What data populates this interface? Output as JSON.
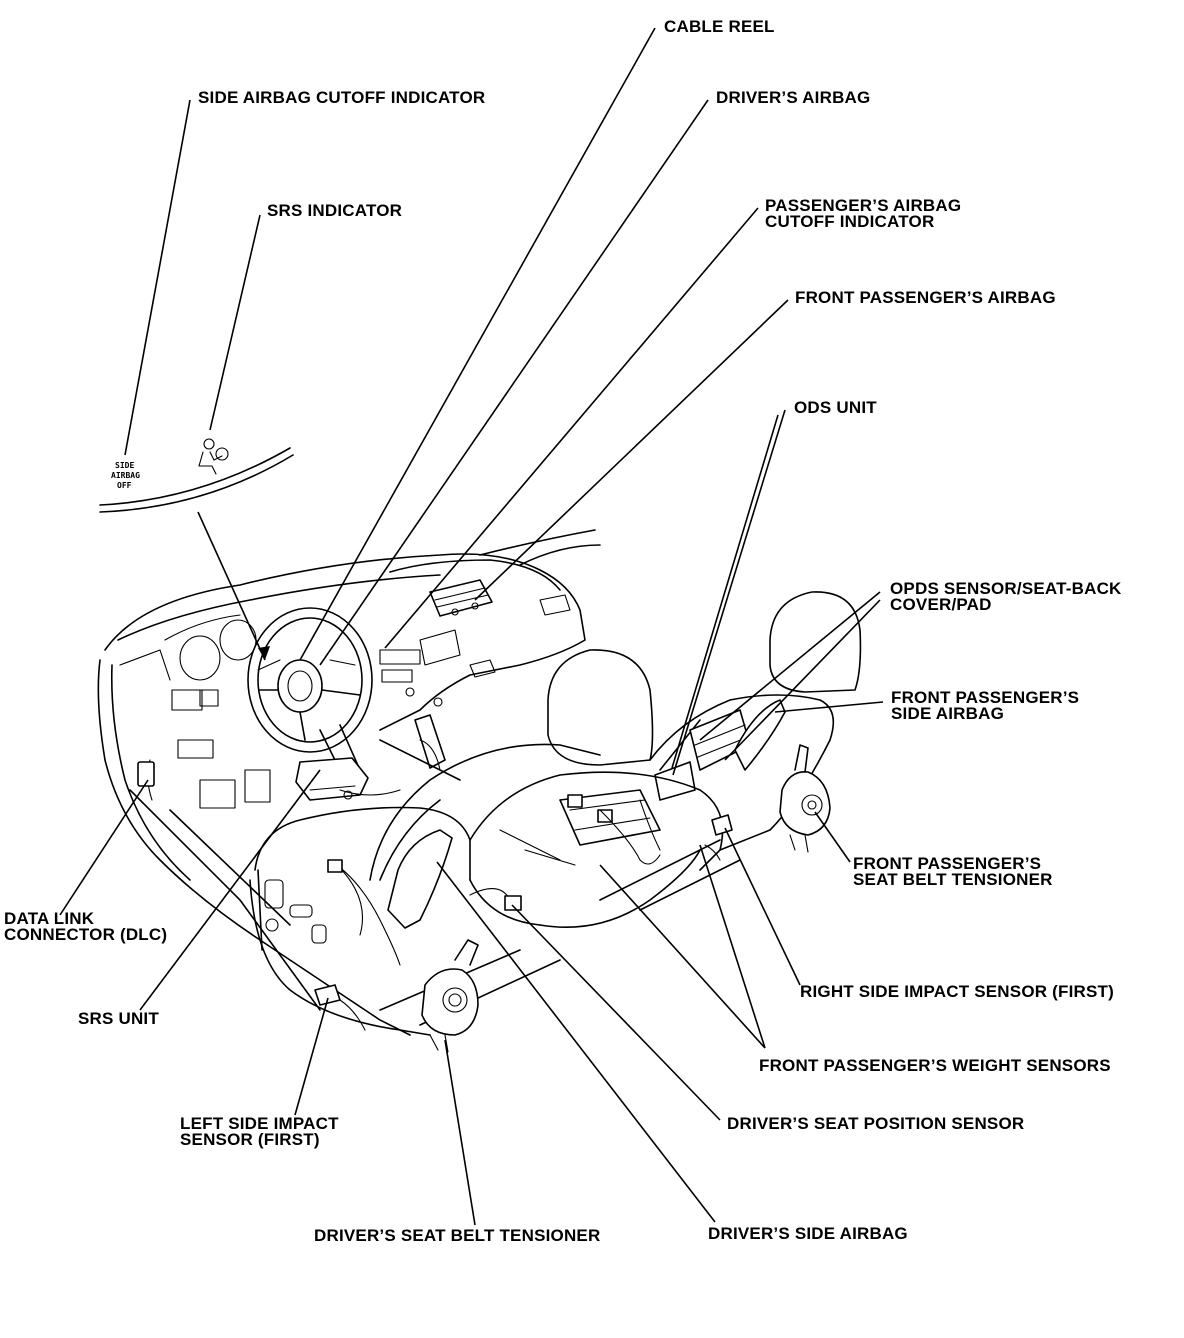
{
  "labels": {
    "cable_reel": "CABLE REEL",
    "side_airbag_cutoff_indicator": "SIDE AIRBAG CUTOFF INDICATOR",
    "drivers_airbag": "DRIVER’S AIRBAG",
    "srs_indicator": "SRS INDICATOR",
    "passengers_airbag_cutoff_indicator": [
      "PASSENGER’S AIRBAG",
      "CUTOFF INDICATOR"
    ],
    "front_passengers_airbag": "FRONT PASSENGER’S AIRBAG",
    "ods_unit": "ODS UNIT",
    "opds_sensor": [
      "OPDS SENSOR/SEAT-BACK",
      "COVER/PAD"
    ],
    "front_passengers_side_airbag": [
      "FRONT PASSENGER’S",
      "SIDE AIRBAG"
    ],
    "front_passengers_seat_belt_tensioner": [
      "FRONT PASSENGER’S",
      "SEAT BELT TENSIONER"
    ],
    "data_link_connector": [
      "DATA LINK",
      "CONNECTOR (DLC)"
    ],
    "right_side_impact_sensor": "RIGHT SIDE IMPACT SENSOR (FIRST)",
    "srs_unit": "SRS UNIT",
    "front_passengers_weight_sensors": "FRONT PASSENGER’S WEIGHT SENSORS",
    "left_side_impact_sensor": [
      "LEFT SIDE IMPACT",
      "SENSOR (FIRST)"
    ],
    "drivers_seat_position_sensor": "DRIVER’S SEAT POSITION SENSOR",
    "drivers_seat_belt_tensioner": "DRIVER’S SEAT BELT TENSIONER",
    "drivers_side_airbag": "DRIVER’S SIDE AIRBAG"
  },
  "indicator_text": [
    "SIDE",
    "AIRBAG",
    "OFF"
  ]
}
